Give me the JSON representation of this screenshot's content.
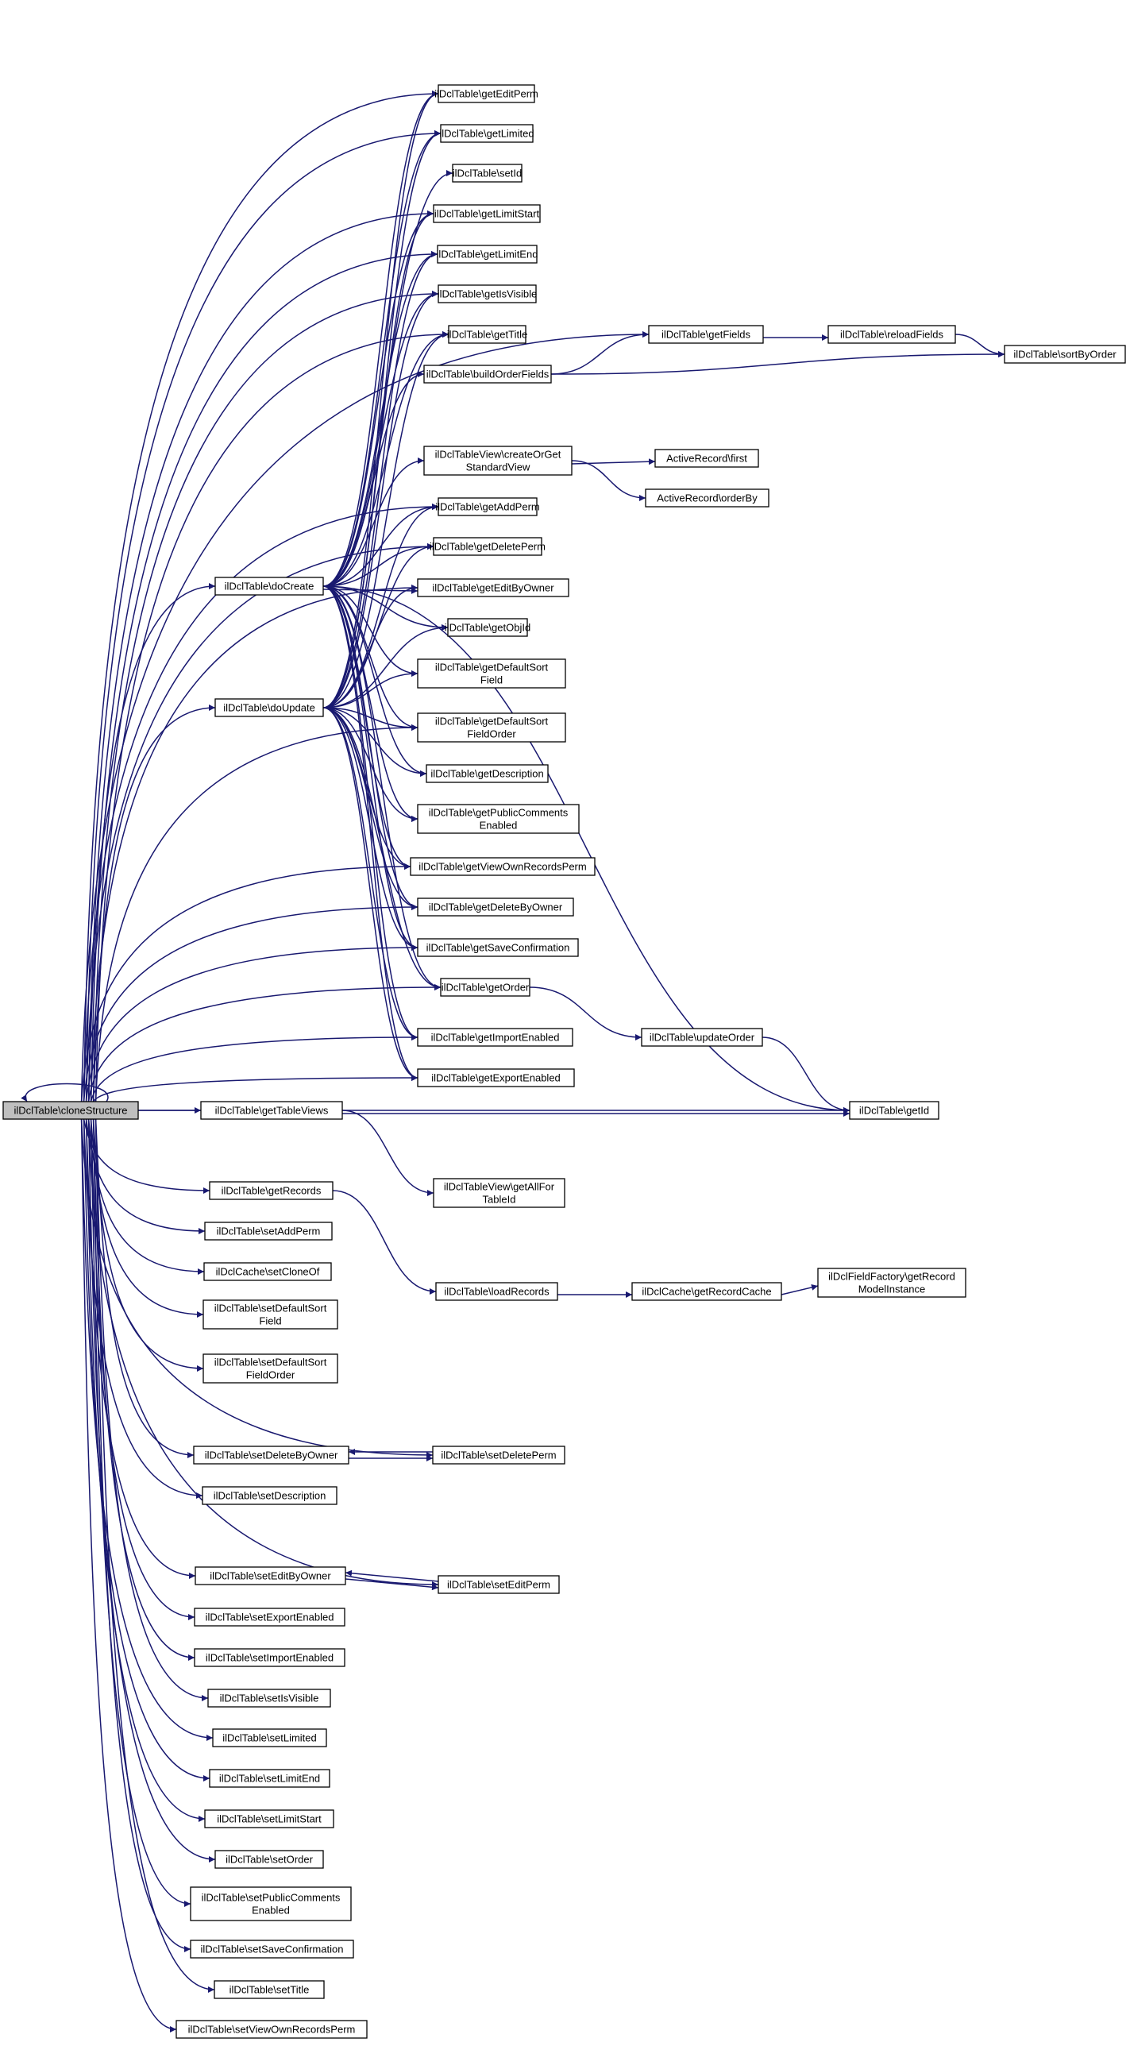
{
  "diagram": {
    "type": "call-graph",
    "edge_color": "#191970",
    "node_fill": "#ffffff",
    "root_fill": "#bfbfbf",
    "nodes": [
      {
        "id": "cloneStructure",
        "lines": [
          "ilDclTable\\cloneStructure"
        ],
        "root": true
      },
      {
        "id": "getEditPerm",
        "lines": [
          "ilDclTable\\getEditPerm"
        ]
      },
      {
        "id": "getLimited",
        "lines": [
          "ilDclTable\\getLimited"
        ]
      },
      {
        "id": "setId",
        "lines": [
          "ilDclTable\\setId"
        ]
      },
      {
        "id": "getLimitStart",
        "lines": [
          "ilDclTable\\getLimitStart"
        ]
      },
      {
        "id": "getLimitEnd",
        "lines": [
          "ilDclTable\\getLimitEnd"
        ]
      },
      {
        "id": "getIsVisible",
        "lines": [
          "ilDclTable\\getIsVisible"
        ]
      },
      {
        "id": "getTitle",
        "lines": [
          "ilDclTable\\getTitle"
        ]
      },
      {
        "id": "buildOrderFields",
        "lines": [
          "ilDclTable\\buildOrderFields"
        ]
      },
      {
        "id": "getFields",
        "lines": [
          "ilDclTable\\getFields"
        ]
      },
      {
        "id": "reloadFields",
        "lines": [
          "ilDclTable\\reloadFields"
        ]
      },
      {
        "id": "sortByOrder",
        "lines": [
          "ilDclTable\\sortByOrder"
        ]
      },
      {
        "id": "createOrGet",
        "lines": [
          "ilDclTableView\\createOrGet",
          "StandardView"
        ]
      },
      {
        "id": "arFirst",
        "lines": [
          "ActiveRecord\\first"
        ]
      },
      {
        "id": "arOrderBy",
        "lines": [
          "ActiveRecord\\orderBy"
        ]
      },
      {
        "id": "getAddPerm",
        "lines": [
          "ilDclTable\\getAddPerm"
        ]
      },
      {
        "id": "getDeletePerm",
        "lines": [
          "ilDclTable\\getDeletePerm"
        ]
      },
      {
        "id": "doCreate",
        "lines": [
          "ilDclTable\\doCreate"
        ]
      },
      {
        "id": "getEditByOwner",
        "lines": [
          "ilDclTable\\getEditByOwner"
        ]
      },
      {
        "id": "getObjId",
        "lines": [
          "ilDclTable\\getObjId"
        ]
      },
      {
        "id": "getDefaultSortField",
        "lines": [
          "ilDclTable\\getDefaultSort",
          "Field"
        ]
      },
      {
        "id": "doUpdate",
        "lines": [
          "ilDclTable\\doUpdate"
        ]
      },
      {
        "id": "getDefaultSortFieldOrder",
        "lines": [
          "ilDclTable\\getDefaultSort",
          "FieldOrder"
        ]
      },
      {
        "id": "getDescription",
        "lines": [
          "ilDclTable\\getDescription"
        ]
      },
      {
        "id": "getPublicComments",
        "lines": [
          "ilDclTable\\getPublicComments",
          "Enabled"
        ]
      },
      {
        "id": "getViewOwnRecordsPerm",
        "lines": [
          "ilDclTable\\getViewOwnRecordsPerm"
        ]
      },
      {
        "id": "getDeleteByOwner",
        "lines": [
          "ilDclTable\\getDeleteByOwner"
        ]
      },
      {
        "id": "getSaveConfirmation",
        "lines": [
          "ilDclTable\\getSaveConfirmation"
        ]
      },
      {
        "id": "getOrder",
        "lines": [
          "ilDclTable\\getOrder"
        ]
      },
      {
        "id": "updateOrder",
        "lines": [
          "ilDclTable\\updateOrder"
        ]
      },
      {
        "id": "getImportEnabled",
        "lines": [
          "ilDclTable\\getImportEnabled"
        ]
      },
      {
        "id": "getExportEnabled",
        "lines": [
          "ilDclTable\\getExportEnabled"
        ]
      },
      {
        "id": "getTableViews",
        "lines": [
          "ilDclTable\\getTableViews"
        ]
      },
      {
        "id": "getId",
        "lines": [
          "ilDclTable\\getId"
        ]
      },
      {
        "id": "getAllForTableId",
        "lines": [
          "ilDclTableView\\getAllFor",
          "TableId"
        ]
      },
      {
        "id": "getRecords",
        "lines": [
          "ilDclTable\\getRecords"
        ]
      },
      {
        "id": "setAddPerm",
        "lines": [
          "ilDclTable\\setAddPerm"
        ]
      },
      {
        "id": "setCloneOf",
        "lines": [
          "ilDclCache\\setCloneOf"
        ]
      },
      {
        "id": "loadRecords",
        "lines": [
          "ilDclTable\\loadRecords"
        ]
      },
      {
        "id": "getRecordCache",
        "lines": [
          "ilDclCache\\getRecordCache"
        ]
      },
      {
        "id": "getRecordModel",
        "lines": [
          "ilDclFieldFactory\\getRecord",
          "ModelInstance"
        ]
      },
      {
        "id": "setDefaultSortField",
        "lines": [
          "ilDclTable\\setDefaultSort",
          "Field"
        ]
      },
      {
        "id": "setDefaultSortFieldOrder",
        "lines": [
          "ilDclTable\\setDefaultSort",
          "FieldOrder"
        ]
      },
      {
        "id": "setDeleteByOwner",
        "lines": [
          "ilDclTable\\setDeleteByOwner"
        ]
      },
      {
        "id": "setDeletePerm",
        "lines": [
          "ilDclTable\\setDeletePerm"
        ]
      },
      {
        "id": "setDescription",
        "lines": [
          "ilDclTable\\setDescription"
        ]
      },
      {
        "id": "setEditByOwner",
        "lines": [
          "ilDclTable\\setEditByOwner"
        ]
      },
      {
        "id": "setEditPerm",
        "lines": [
          "ilDclTable\\setEditPerm"
        ]
      },
      {
        "id": "setExportEnabled",
        "lines": [
          "ilDclTable\\setExportEnabled"
        ]
      },
      {
        "id": "setImportEnabled",
        "lines": [
          "ilDclTable\\setImportEnabled"
        ]
      },
      {
        "id": "setIsVisible",
        "lines": [
          "ilDclTable\\setIsVisible"
        ]
      },
      {
        "id": "setLimited",
        "lines": [
          "ilDclTable\\setLimited"
        ]
      },
      {
        "id": "setLimitEnd",
        "lines": [
          "ilDclTable\\setLimitEnd"
        ]
      },
      {
        "id": "setLimitStart",
        "lines": [
          "ilDclTable\\setLimitStart"
        ]
      },
      {
        "id": "setOrder",
        "lines": [
          "ilDclTable\\setOrder"
        ]
      },
      {
        "id": "setPublicComments",
        "lines": [
          "ilDclTable\\setPublicComments",
          "Enabled"
        ]
      },
      {
        "id": "setSaveConfirmation",
        "lines": [
          "ilDclTable\\setSaveConfirmation"
        ]
      },
      {
        "id": "setTitle",
        "lines": [
          "ilDclTable\\setTitle"
        ]
      },
      {
        "id": "setViewOwnRecordsPerm",
        "lines": [
          "ilDclTable\\setViewOwnRecordsPerm"
        ]
      }
    ],
    "edges": [
      [
        "cloneStructure",
        "cloneStructure"
      ],
      [
        "cloneStructure",
        "getEditPerm"
      ],
      [
        "cloneStructure",
        "getLimited"
      ],
      [
        "cloneStructure",
        "getLimitStart"
      ],
      [
        "cloneStructure",
        "getLimitEnd"
      ],
      [
        "cloneStructure",
        "getIsVisible"
      ],
      [
        "cloneStructure",
        "getTitle"
      ],
      [
        "cloneStructure",
        "getFields"
      ],
      [
        "cloneStructure",
        "getAddPerm"
      ],
      [
        "cloneStructure",
        "getDeletePerm"
      ],
      [
        "cloneStructure",
        "doCreate"
      ],
      [
        "cloneStructure",
        "getEditByOwner"
      ],
      [
        "cloneStructure",
        "doUpdate"
      ],
      [
        "cloneStructure",
        "getDefaultSortFieldOrder"
      ],
      [
        "cloneStructure",
        "getViewOwnRecordsPerm"
      ],
      [
        "cloneStructure",
        "getDeleteByOwner"
      ],
      [
        "cloneStructure",
        "getSaveConfirmation"
      ],
      [
        "cloneStructure",
        "getOrder"
      ],
      [
        "cloneStructure",
        "getImportEnabled"
      ],
      [
        "cloneStructure",
        "getExportEnabled"
      ],
      [
        "cloneStructure",
        "getTableViews"
      ],
      [
        "cloneStructure",
        "getId"
      ],
      [
        "cloneStructure",
        "getRecords"
      ],
      [
        "cloneStructure",
        "setAddPerm"
      ],
      [
        "cloneStructure",
        "setCloneOf"
      ],
      [
        "cloneStructure",
        "setDefaultSortField"
      ],
      [
        "cloneStructure",
        "setDefaultSortFieldOrder"
      ],
      [
        "cloneStructure",
        "setDeleteByOwner"
      ],
      [
        "cloneStructure",
        "setDeletePerm"
      ],
      [
        "cloneStructure",
        "setDescription"
      ],
      [
        "cloneStructure",
        "setEditByOwner"
      ],
      [
        "cloneStructure",
        "setEditPerm"
      ],
      [
        "cloneStructure",
        "setExportEnabled"
      ],
      [
        "cloneStructure",
        "setImportEnabled"
      ],
      [
        "cloneStructure",
        "setIsVisible"
      ],
      [
        "cloneStructure",
        "setLimited"
      ],
      [
        "cloneStructure",
        "setLimitEnd"
      ],
      [
        "cloneStructure",
        "setLimitStart"
      ],
      [
        "cloneStructure",
        "setOrder"
      ],
      [
        "cloneStructure",
        "setPublicComments"
      ],
      [
        "cloneStructure",
        "setSaveConfirmation"
      ],
      [
        "cloneStructure",
        "setTitle"
      ],
      [
        "cloneStructure",
        "setViewOwnRecordsPerm"
      ],
      [
        "doCreate",
        "getEditPerm"
      ],
      [
        "doCreate",
        "getLimited"
      ],
      [
        "doCreate",
        "setId"
      ],
      [
        "doCreate",
        "getLimitStart"
      ],
      [
        "doCreate",
        "getLimitEnd"
      ],
      [
        "doCreate",
        "getIsVisible"
      ],
      [
        "doCreate",
        "getTitle"
      ],
      [
        "doCreate",
        "buildOrderFields"
      ],
      [
        "doCreate",
        "createOrGet"
      ],
      [
        "doCreate",
        "getAddPerm"
      ],
      [
        "doCreate",
        "getDeletePerm"
      ],
      [
        "doCreate",
        "getEditByOwner"
      ],
      [
        "doCreate",
        "getObjId"
      ],
      [
        "doCreate",
        "getDefaultSortField"
      ],
      [
        "doCreate",
        "getDefaultSortFieldOrder"
      ],
      [
        "doCreate",
        "getDescription"
      ],
      [
        "doCreate",
        "getPublicComments"
      ],
      [
        "doCreate",
        "getViewOwnRecordsPerm"
      ],
      [
        "doCreate",
        "getDeleteByOwner"
      ],
      [
        "doCreate",
        "getSaveConfirmation"
      ],
      [
        "doCreate",
        "getOrder"
      ],
      [
        "doCreate",
        "getImportEnabled"
      ],
      [
        "doCreate",
        "getExportEnabled"
      ],
      [
        "doCreate",
        "getId"
      ],
      [
        "doUpdate",
        "getEditPerm"
      ],
      [
        "doUpdate",
        "getLimited"
      ],
      [
        "doUpdate",
        "getLimitStart"
      ],
      [
        "doUpdate",
        "getLimitEnd"
      ],
      [
        "doUpdate",
        "getIsVisible"
      ],
      [
        "doUpdate",
        "getTitle"
      ],
      [
        "doUpdate",
        "getAddPerm"
      ],
      [
        "doUpdate",
        "getDeletePerm"
      ],
      [
        "doUpdate",
        "getEditByOwner"
      ],
      [
        "doUpdate",
        "getObjId"
      ],
      [
        "doUpdate",
        "getDefaultSortField"
      ],
      [
        "doUpdate",
        "getDefaultSortFieldOrder"
      ],
      [
        "doUpdate",
        "getDescription"
      ],
      [
        "doUpdate",
        "getPublicComments"
      ],
      [
        "doUpdate",
        "getViewOwnRecordsPerm"
      ],
      [
        "doUpdate",
        "getDeleteByOwner"
      ],
      [
        "doUpdate",
        "getSaveConfirmation"
      ],
      [
        "doUpdate",
        "getOrder"
      ],
      [
        "doUpdate",
        "getImportEnabled"
      ],
      [
        "doUpdate",
        "getExportEnabled"
      ],
      [
        "buildOrderFields",
        "getFields"
      ],
      [
        "buildOrderFields",
        "sortByOrder"
      ],
      [
        "getFields",
        "reloadFields"
      ],
      [
        "reloadFields",
        "sortByOrder"
      ],
      [
        "createOrGet",
        "arFirst"
      ],
      [
        "createOrGet",
        "arOrderBy"
      ],
      [
        "getOrder",
        "updateOrder"
      ],
      [
        "updateOrder",
        "getId"
      ],
      [
        "getTableViews",
        "getId"
      ],
      [
        "getTableViews",
        "getAllForTableId"
      ],
      [
        "getRecords",
        "loadRecords"
      ],
      [
        "loadRecords",
        "getRecordCache"
      ],
      [
        "getRecordCache",
        "getRecordModel"
      ],
      [
        "setDeleteByOwner",
        "setDeletePerm"
      ],
      [
        "setDeletePerm",
        "setDeleteByOwner"
      ],
      [
        "setEditByOwner",
        "setEditPerm"
      ],
      [
        "setEditPerm",
        "setEditByOwner"
      ]
    ]
  }
}
